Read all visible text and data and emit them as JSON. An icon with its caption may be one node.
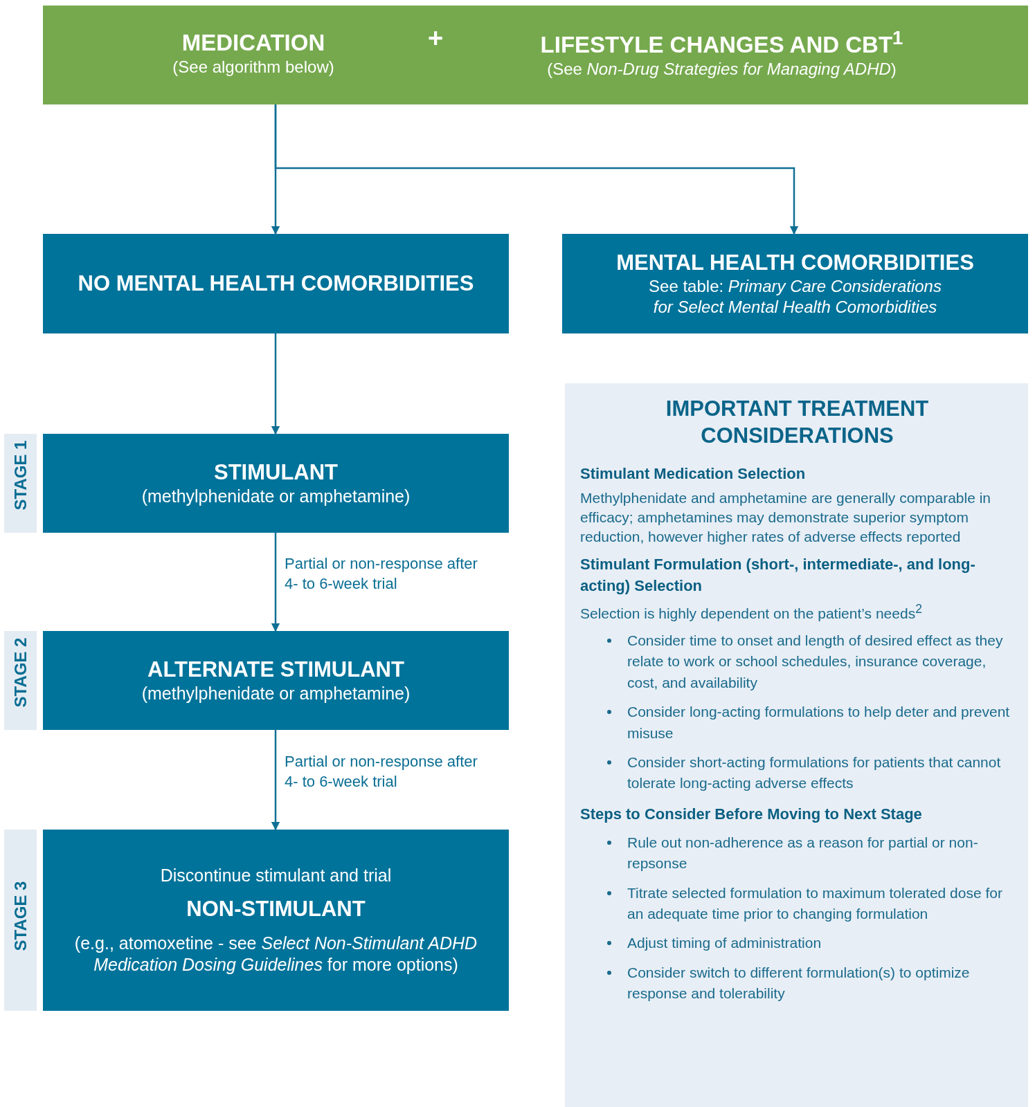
{
  "diagram": {
    "nodes": [
      {
        "text": [
          "MEDICATION",
          "(See algorithm below)"
        ]
      },
      {
        "text": [
          "LIFESTYLE CHANGES AND CBT$^{1}$",
          "(See *Non-Drug Strategies for Managing ADHD*)"
        ]
      },
      {
        "text": [
          "NO MENTAL HEALTH COMORBIDITIES"
        ]
      },
      {
        "text": [
          "MENTAL HEALTH COMORBIDITIES",
          "See table: *Primary Care Considerations for Select Mental Health Comorbidities*"
        ]
      },
      {
        "text": [
          "STIMULANT",
          "(methylphenidate or amphetamine)"
        ]
      },
      {
        "text": [
          "ALTERNATE STIMULANT",
          "(methylphenidate or amphetamine)"
        ]
      },
      {
        "text": [
          "Discontinue stimulant and trial",
          "NON-STIMULANT",
          "(e.g., atomoxetine - see *Select Non-Stimulant ADHD Medication Dosing Guidelines* for more options)"
        ]
      },
      {
        "text": [
          "IMPORTANT TREATMENT CONSIDERATIONS",
          "Stimulant Medication Selection",
          "Methylphenidate and amphetamine are generally comparable in efficacy; amphetamines may demonstrate superior symptom reduction, however higher rates of adverse effects reported",
          "Stimulant Formulation (short-, intermediate-, and long-acting) Selection",
          "Selection is highly dependent on the patient’s needs$^{2}$",
          "Consider time to onset and length of desired effect as they relate to work or school schedules, insurance coverage, cost, and availability",
          "Consider long-acting formulations to help deter and prevent misuse",
          "Consider short-acting formulations for patients that cannot tolerate long-acting adverse effects",
          "Steps to Consider Before Moving to Next Stage",
          "Rule out non-adherence as a reason for partial or non-repsonse",
          "Titrate selected formulation to maximum tolerated dose for an adequate time prior to changing formulation",
          "Adjust timing of administration",
          "Consider switch to different formulation(s) to optimize response and tolerability"
        ]
      }
    ],
    "edges": [
      {
        "from": 0,
        "to": 2,
        "arrow": "to"
      },
      {
        "from": 0,
        "to": 3,
        "arrow": "to"
      },
      {
        "from": 2,
        "to": 4,
        "arrow": "to"
      },
      {
        "from": 4,
        "to": 5,
        "arrow": "to",
        "label": "Partial or non-response after 4- to 6-week trial"
      },
      {
        "from": 5,
        "to": 6,
        "arrow": "to",
        "label": "Partial or non-response after 4- to 6-week trial"
      }
    ],
    "labels": [
      "+",
      "STAGE 1",
      "STAGE 2",
      "STAGE 3"
    ]
  }
}
